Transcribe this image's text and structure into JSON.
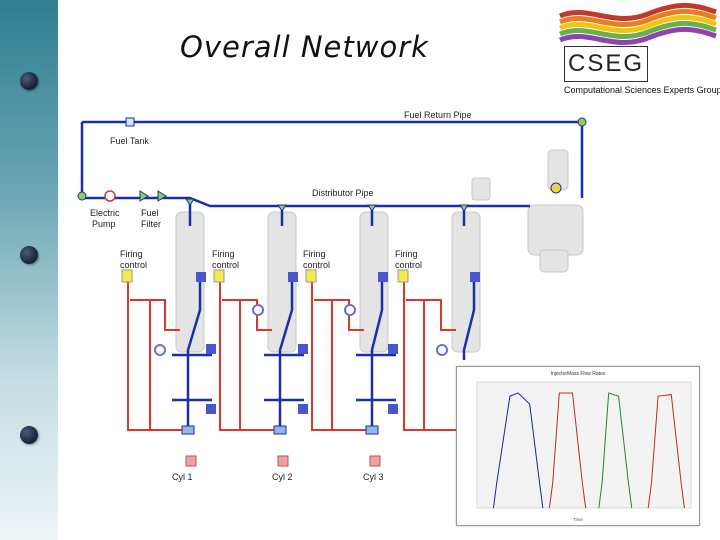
{
  "slide": {
    "title": "Overall Network"
  },
  "logo": {
    "name": "CSEG",
    "subtitle": "Computational Sciences Experts Group"
  },
  "diagram": {
    "pipe_labels": {
      "fuel_return": "Fuel Return Pipe",
      "distributor": "Distributor Pipe"
    },
    "components": {
      "fuel_tank": "Fuel Tank",
      "pump": [
        "Electric",
        "Pump"
      ],
      "filter": [
        "Fuel",
        "Filter"
      ]
    },
    "firing_control": [
      "Firing",
      "control"
    ],
    "cylinders": [
      "Cyl 1",
      "Cyl 2",
      "Cyl 3"
    ],
    "pipe_color": "#1a2fa8",
    "signal_color": "#d63a2f",
    "block_v_color": "#4a55d0"
  },
  "chart_data": {
    "type": "line",
    "title": "InjectorMass Flow Rates",
    "xlabel": "Time",
    "ylabel": "",
    "series": [
      {
        "color": "#1a2a9a",
        "x": [
          0.05,
          0.052,
          0.06,
          0.065,
          0.072,
          0.078,
          0.08
        ],
        "y": [
          0,
          80,
          355,
          365,
          330,
          80,
          0
        ]
      },
      {
        "color": "#c02828",
        "x": [
          0.084,
          0.086,
          0.09,
          0.098,
          0.104,
          0.106
        ],
        "y": [
          0,
          80,
          365,
          365,
          80,
          0
        ]
      },
      {
        "color": "#1f8a2a",
        "x": [
          0.114,
          0.116,
          0.12,
          0.126,
          0.132,
          0.134
        ],
        "y": [
          0,
          80,
          365,
          355,
          80,
          0
        ]
      },
      {
        "color": "#c02828",
        "x": [
          0.144,
          0.146,
          0.15,
          0.158,
          0.164,
          0.166
        ],
        "y": [
          0,
          80,
          355,
          360,
          80,
          0
        ]
      }
    ]
  }
}
